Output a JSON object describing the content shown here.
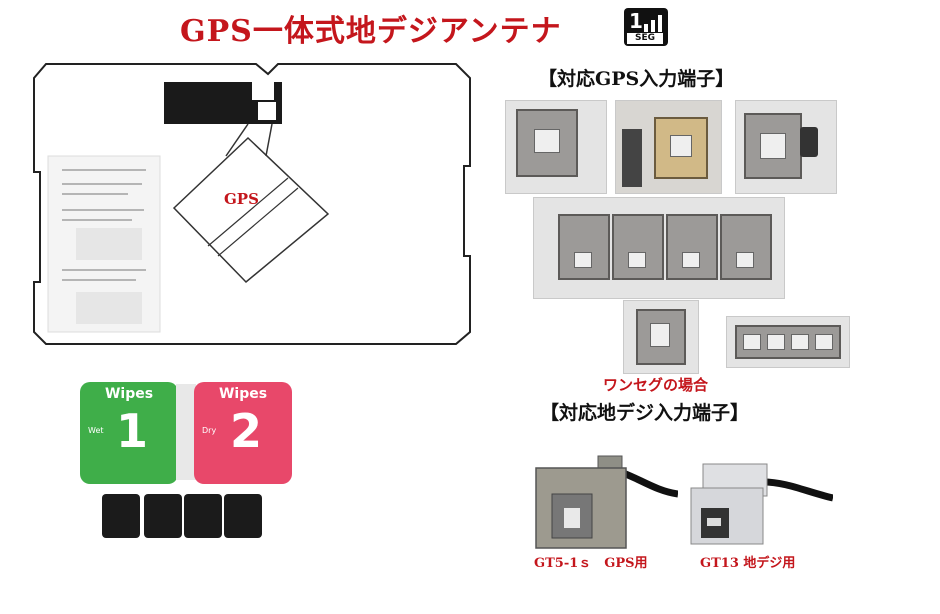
{
  "title": "GPS一体式地デジアンテナ",
  "oneseg_logo": {
    "number": "1",
    "text": "SEG"
  },
  "antenna": {
    "label": "GPS"
  },
  "gps_heading": "【対応GPS入力端子】",
  "oneseg_note": "ワンセグの場合",
  "digital_heading": "【対応地デジ入力端子】",
  "connectors": [
    {
      "caption": "GT5-1ｓ　GPS用"
    },
    {
      "caption": "GT13 地デジ用"
    }
  ],
  "wipes": [
    {
      "title": "Wipes",
      "number": "1",
      "tag": "Wet",
      "color": "#3fae49"
    },
    {
      "title": "Wipes",
      "number": "2",
      "tag": "Dry",
      "color": "#e8486a"
    }
  ],
  "colors": {
    "title": "#c4161c",
    "connector_gray": "#9c9a98"
  }
}
